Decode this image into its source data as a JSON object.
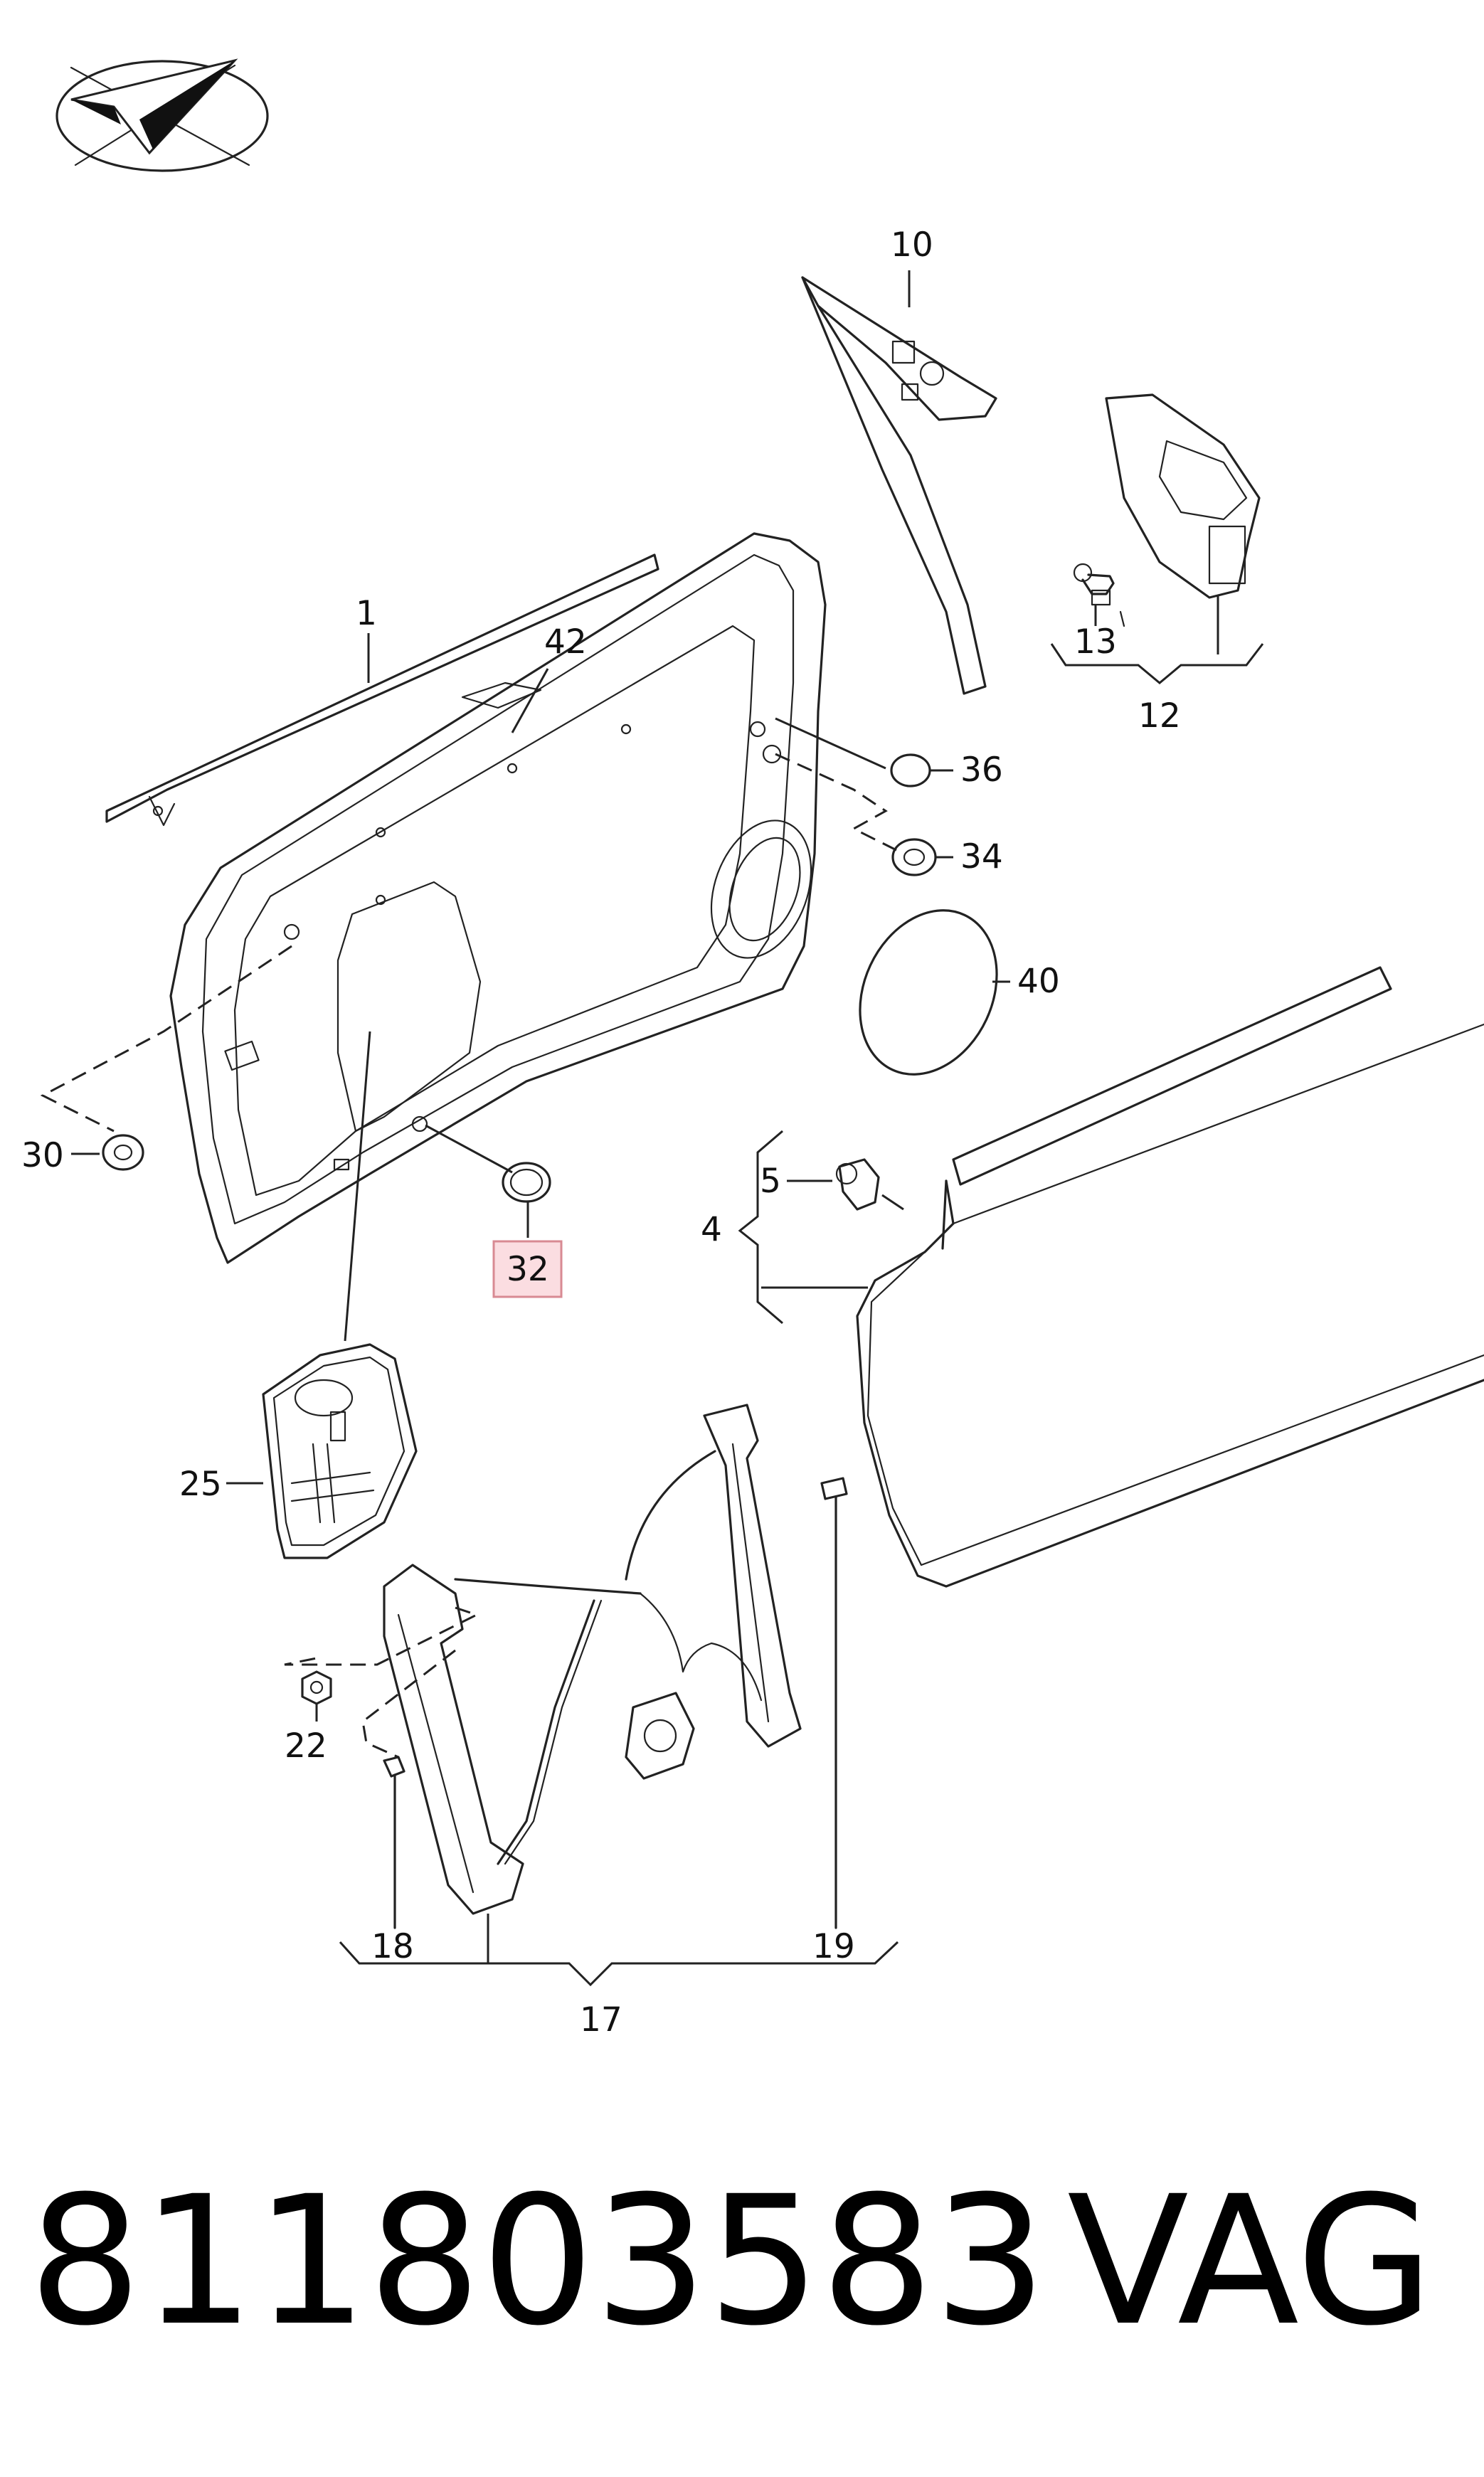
{
  "callouts": {
    "c1": "1",
    "c4": "4",
    "c5": "5",
    "c10": "10",
    "c12": "12",
    "c13": "13",
    "c17": "17",
    "c18": "18",
    "c19": "19",
    "c22": "22",
    "c25": "25",
    "c30": "30",
    "c32": "32",
    "c34": "34",
    "c36": "36",
    "c40": "40",
    "c42": "42"
  },
  "highlighted_callout": "32",
  "footer": {
    "part_number": "811803583",
    "brand": "VAG"
  },
  "colors": {
    "highlight_fill": "#fbdde1",
    "highlight_stroke": "#d88a93",
    "line": "#222222"
  },
  "logo": {
    "icon": "paper-plane-check-logo"
  }
}
